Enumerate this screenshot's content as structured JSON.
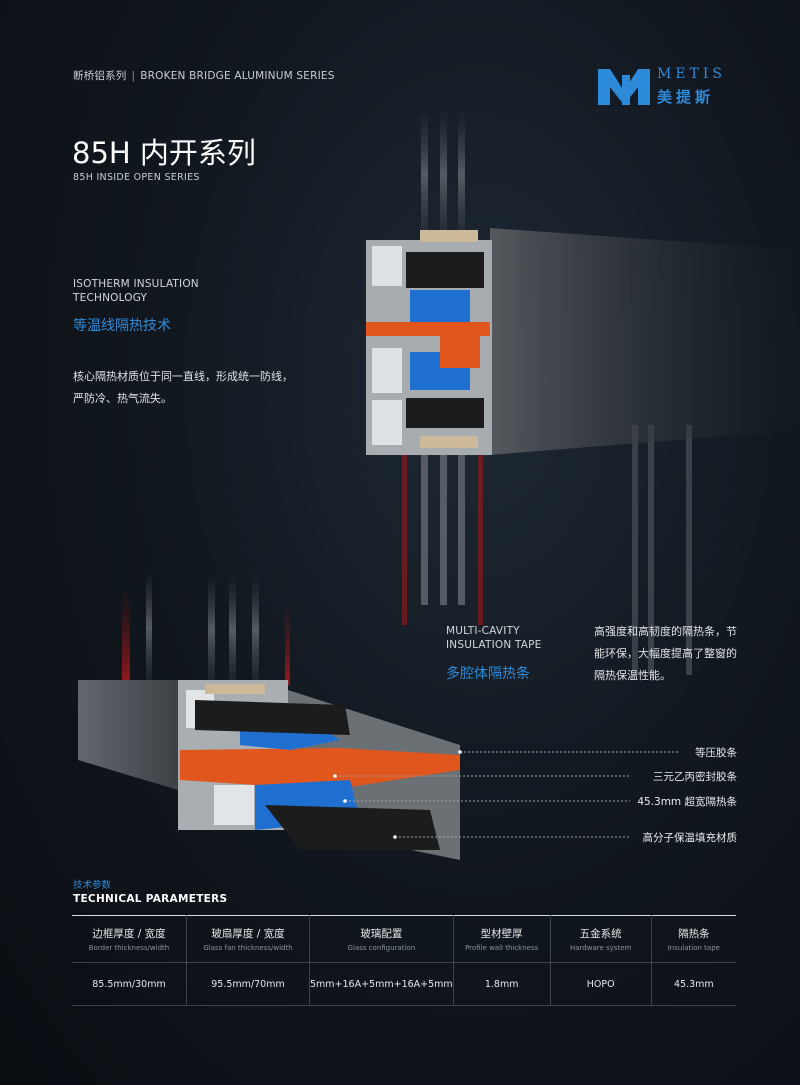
{
  "header": {
    "series_cn": "断桥铝系列",
    "separator": "|",
    "series_en": "BROKEN BRIDGE ALUMINUM SERIES"
  },
  "logo": {
    "brand_en": "METIS",
    "brand_cn": "美提斯",
    "color": "#2d8ad8"
  },
  "title": "85H 内开系列",
  "subtitle": "85H INSIDE OPEN SERIES",
  "feature_1": {
    "en_line1": "ISOTHERM INSULATION",
    "en_line2": "TECHNOLOGY",
    "cn": "等温线隔热技术",
    "desc_line1": "核心隔热材质位于同一直线，形成统一防线，",
    "desc_line2": "严防冷、热气流失。"
  },
  "feature_2": {
    "en_line1": "MULTI-CAVITY",
    "en_line2": "INSULATION TAPE",
    "cn": "多腔体隔热条",
    "desc_line1": "高强度和高韧度的隔热条，节",
    "desc_line2": "能环保，大幅度提高了整窗的",
    "desc_line3": "隔热保温性能。"
  },
  "callouts": [
    "等压胶条",
    "三元乙丙密封胶条",
    "45.3mm 超宽隔热条",
    "高分子保温填充材质"
  ],
  "technical": {
    "title_cn": "技术参数",
    "title_en": "TECHNICAL PARAMETERS",
    "columns": [
      {
        "cn": "边框厚度 / 宽度",
        "en": "Border thickness/width",
        "value": "85.5mm/30mm"
      },
      {
        "cn": "玻扇厚度 / 宽度",
        "en": "Glass fan thickness/width",
        "value": "95.5mm/70mm"
      },
      {
        "cn": "玻璃配置",
        "en": "Glass configuration",
        "value": "5mm+16A+5mm+16A+5mm"
      },
      {
        "cn": "型材壁厚",
        "en": "Profile wall thickness",
        "value": "1.8mm"
      },
      {
        "cn": "五金系统",
        "en": "Hardware system",
        "value": "HOPO"
      },
      {
        "cn": "隔热条",
        "en": "Insulation tape",
        "value": "45.3mm"
      }
    ]
  },
  "colors": {
    "accent_blue": "#2e8bd8",
    "insulation_orange": "#e0561c",
    "thermal_blue": "#1f6fd1",
    "aluminum_gray": "#5a5e63"
  }
}
